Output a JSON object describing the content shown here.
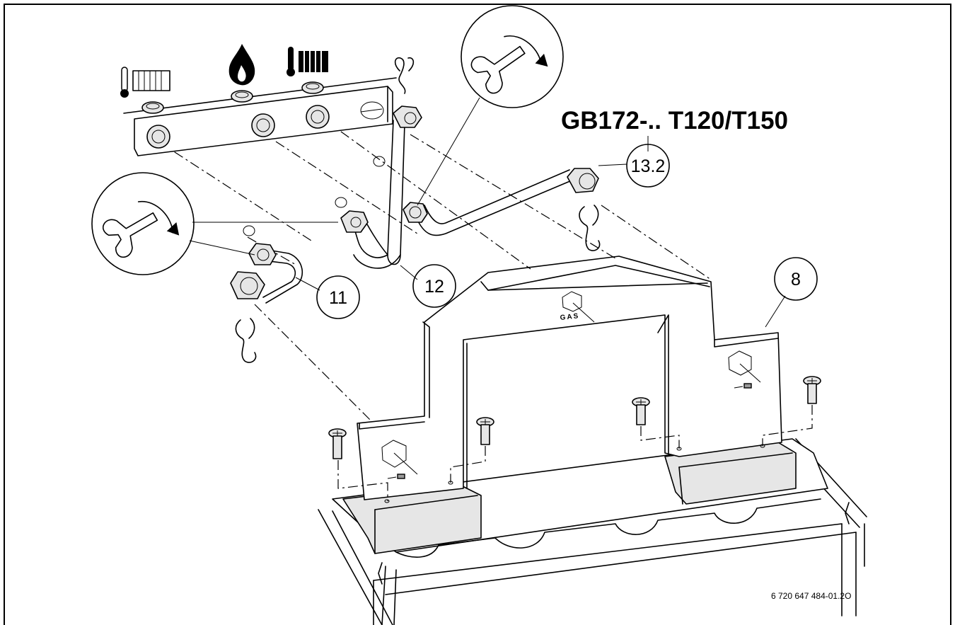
{
  "figure": {
    "model_title": "GB172-.. T120/T150",
    "figure_code": "6 720 647 484-01.2O",
    "gas_label": "GAS"
  },
  "callouts": [
    {
      "id": "callout-13-2",
      "label": "13.2"
    },
    {
      "id": "callout-12",
      "label": "12"
    },
    {
      "id": "callout-11",
      "label": "11"
    },
    {
      "id": "callout-8",
      "label": "8"
    }
  ],
  "icons": {
    "top_row": [
      "heating-return-icon",
      "gas-flame-icon",
      "heating-flow-icon"
    ],
    "detail_views": [
      "wrench-clockwise-icon",
      "wrench-clockwise-icon"
    ]
  }
}
